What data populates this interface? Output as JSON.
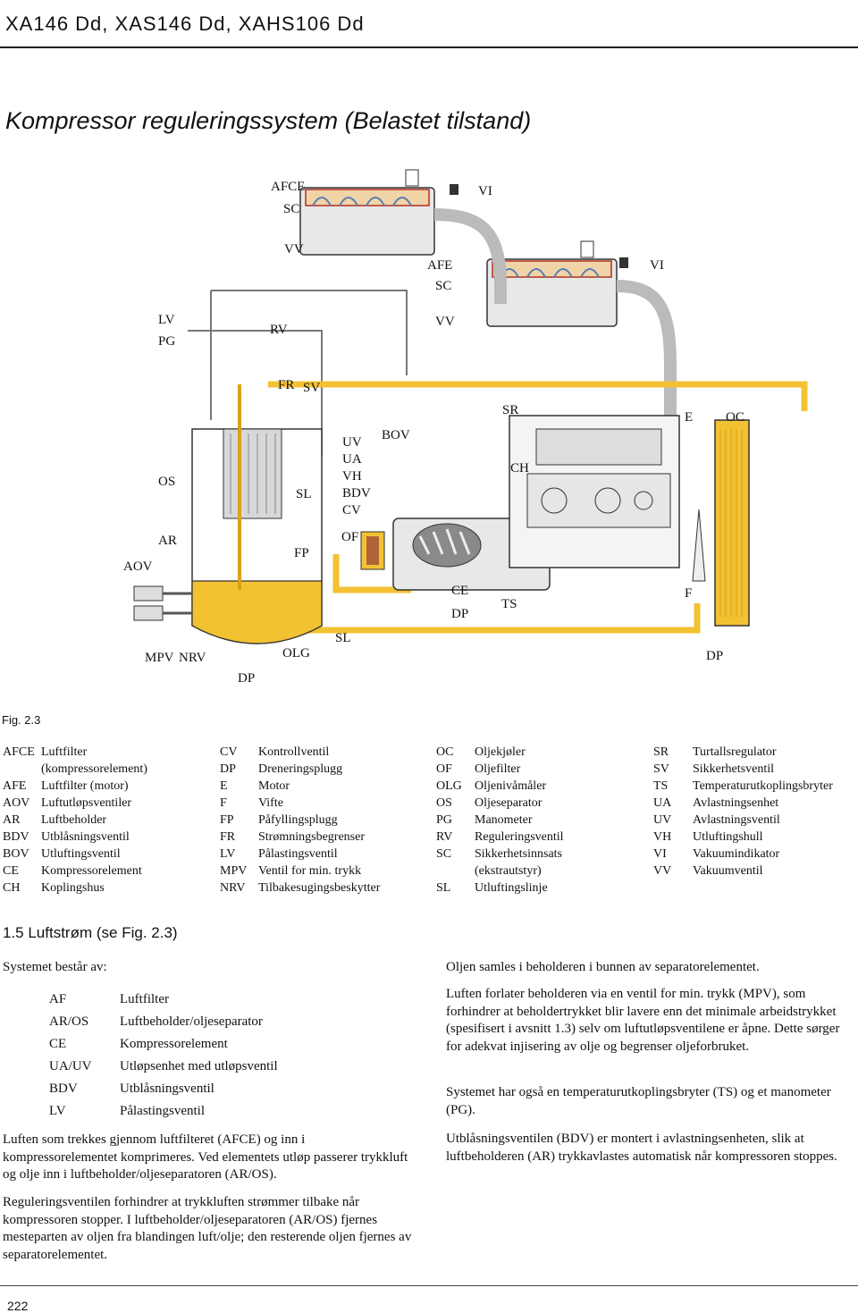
{
  "header": {
    "title": "XA146 Dd, XAS146 Dd, XAHS106 Dd"
  },
  "section_title": "Kompressor reguleringssystem (Belastet tilstand)",
  "diagram": {
    "labels": [
      "AFCE",
      "SC",
      "VI",
      "VV",
      "AFE",
      "SC",
      "VI",
      "VV",
      "LV",
      "PG",
      "RV",
      "FR",
      "SV",
      "SR",
      "E",
      "OC",
      "OS",
      "SL",
      "UV",
      "UA",
      "VH",
      "BDV",
      "CV",
      "BOV",
      "CH",
      "AR",
      "FP",
      "OF",
      "AOV",
      "CE",
      "DP",
      "TS",
      "F",
      "MPV",
      "NRV",
      "OLG",
      "SL",
      "DP",
      "DP"
    ]
  },
  "figure_caption": "Fig. 2.3",
  "legend_columns": [
    [
      {
        "code": "AFCE",
        "desc": "Luftfilter"
      },
      {
        "code": "",
        "desc": "(kompressorelement)"
      },
      {
        "code": "AFE",
        "desc": "Luftfilter (motor)"
      },
      {
        "code": "AOV",
        "desc": "Luftutløpsventiler"
      },
      {
        "code": "AR",
        "desc": "Luftbeholder"
      },
      {
        "code": "BDV",
        "desc": "Utblåsningsventil"
      },
      {
        "code": "BOV",
        "desc": "Utluftingsventil"
      },
      {
        "code": "CE",
        "desc": "Kompressorelement"
      },
      {
        "code": "CH",
        "desc": "Koplingshus"
      }
    ],
    [
      {
        "code": "CV",
        "desc": "Kontrollventil"
      },
      {
        "code": "DP",
        "desc": "Dreneringsplugg"
      },
      {
        "code": "E",
        "desc": "Motor"
      },
      {
        "code": "F",
        "desc": "Vifte"
      },
      {
        "code": "FP",
        "desc": "Påfyllingsplugg"
      },
      {
        "code": "FR",
        "desc": "Strømningsbegrenser"
      },
      {
        "code": "LV",
        "desc": "Pålastingsventil"
      },
      {
        "code": "MPV",
        "desc": "Ventil for min. trykk"
      },
      {
        "code": "NRV",
        "desc": "Tilbakesugingsbeskytter"
      }
    ],
    [
      {
        "code": "OC",
        "desc": "Oljekjøler"
      },
      {
        "code": "OF",
        "desc": "Oljefilter"
      },
      {
        "code": "OLG",
        "desc": "Oljenivåmåler"
      },
      {
        "code": "OS",
        "desc": "Oljeseparator"
      },
      {
        "code": "PG",
        "desc": "Manometer"
      },
      {
        "code": "RV",
        "desc": "Reguleringsventil"
      },
      {
        "code": "SC",
        "desc": "Sikkerhetsinnsats"
      },
      {
        "code": "",
        "desc": "(ekstrautstyr)"
      },
      {
        "code": "SL",
        "desc": "Utluftingslinje"
      }
    ],
    [
      {
        "code": "SR",
        "desc": "Turtallsregulator"
      },
      {
        "code": "SV",
        "desc": "Sikkerhetsventil"
      },
      {
        "code": "TS",
        "desc": "Temperaturutkoplingsbryter"
      },
      {
        "code": "UA",
        "desc": "Avlastningsenhet"
      },
      {
        "code": "UV",
        "desc": "Avlastningsventil"
      },
      {
        "code": "VH",
        "desc": "Utluftingshull"
      },
      {
        "code": "VI",
        "desc": "Vakuumindikator"
      },
      {
        "code": "VV",
        "desc": "Vakuumventil"
      }
    ]
  ],
  "subsection_title": "1.5 Luftstrøm (se Fig. 2.3)",
  "intro": "Systemet består av:",
  "components": [
    {
      "abbr": "AF",
      "desc": "Luftfilter"
    },
    {
      "abbr": "AR/OS",
      "desc": "Luftbeholder/oljeseparator"
    },
    {
      "abbr": "CE",
      "desc": "Kompressorelement"
    },
    {
      "abbr": "UA/UV",
      "desc": "Utløpsenhet med utløpsventil"
    },
    {
      "abbr": "BDV",
      "desc": "Utblåsningsventil"
    },
    {
      "abbr": "LV",
      "desc": "Pålastingsventil"
    }
  ],
  "paragraphs": {
    "p1": "Luften som trekkes gjennom luftfilteret (AFCE) og inn i kompressorelementet komprimeres. Ved elementets utløp passerer trykkluft og olje inn i luftbeholder/oljeseparatoren (AR/OS).",
    "p2": "Reguleringsventilen forhindrer at trykkluften strømmer tilbake når kompressoren stopper. I luftbeholder/oljeseparatoren (AR/OS) fjernes mesteparten av oljen fra blandingen luft/olje; den resterende oljen fjernes av separatorelementet.",
    "p3": "Oljen samles i beholderen i bunnen av separatorelementet.",
    "p4": "Luften forlater beholderen via en ventil for min. trykk (MPV), som forhindrer at beholdertrykket blir lavere enn det minimale arbeidstrykket (spesifisert i avsnitt 1.3) selv om luftutløpsventilene er åpne. Dette sørger for adekvat injisering av olje og begrenser oljeforbruket.",
    "p5": "Systemet har også en temperaturutkoplingsbryter (TS) og et manometer (PG).",
    "p6": "Utblåsningsventilen (BDV) er montert i avlastningsenheten, slik at luftbeholderen (AR) trykkavlastes automatisk når kompressoren stoppes."
  },
  "page_number": "222",
  "colors": {
    "oil": "#f2c232",
    "oil_dark": "#d9a21a",
    "filter": "#f0d4a8",
    "red": "#c0392b",
    "gray": "#cfcfcf"
  }
}
